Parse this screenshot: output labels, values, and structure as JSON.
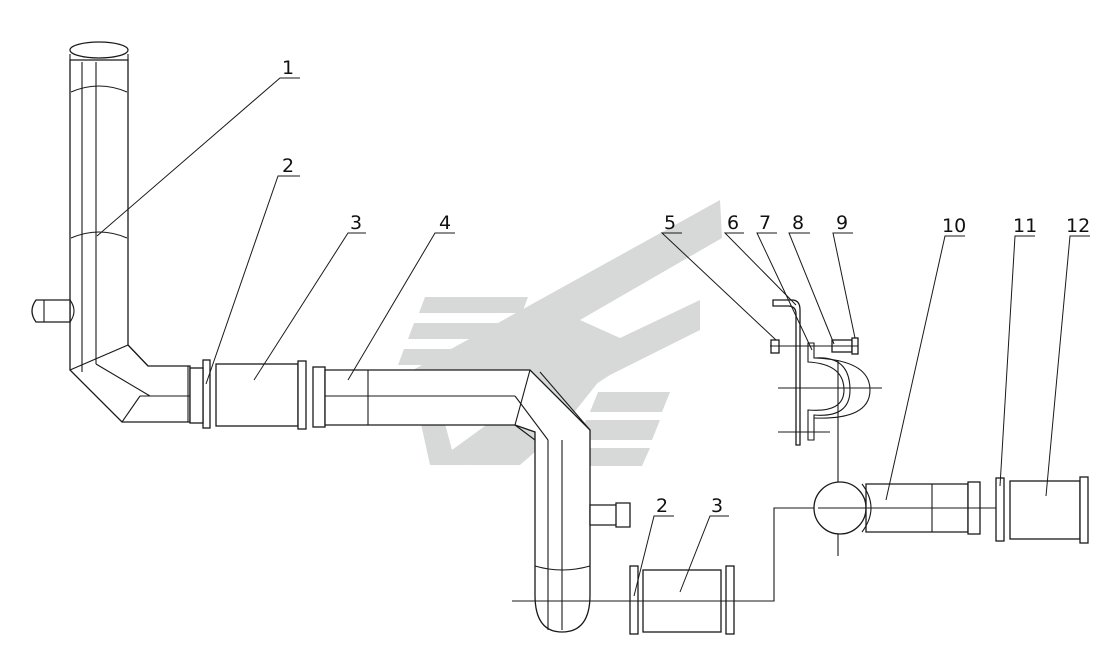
{
  "callouts": [
    {
      "id": "c1",
      "label": "1"
    },
    {
      "id": "c2a",
      "label": "2"
    },
    {
      "id": "c3a",
      "label": "3"
    },
    {
      "id": "c4",
      "label": "4"
    },
    {
      "id": "c5",
      "label": "5"
    },
    {
      "id": "c6",
      "label": "6"
    },
    {
      "id": "c7",
      "label": "7"
    },
    {
      "id": "c8",
      "label": "8"
    },
    {
      "id": "c9",
      "label": "9"
    },
    {
      "id": "c10",
      "label": "10"
    },
    {
      "id": "c11",
      "label": "11"
    },
    {
      "id": "c12",
      "label": "12"
    },
    {
      "id": "c2b",
      "label": "2"
    },
    {
      "id": "c3b",
      "label": "3"
    }
  ],
  "colors": {
    "line": "#1a1a1a",
    "watermark": "#d6d9d8",
    "background": "#ffffff"
  }
}
